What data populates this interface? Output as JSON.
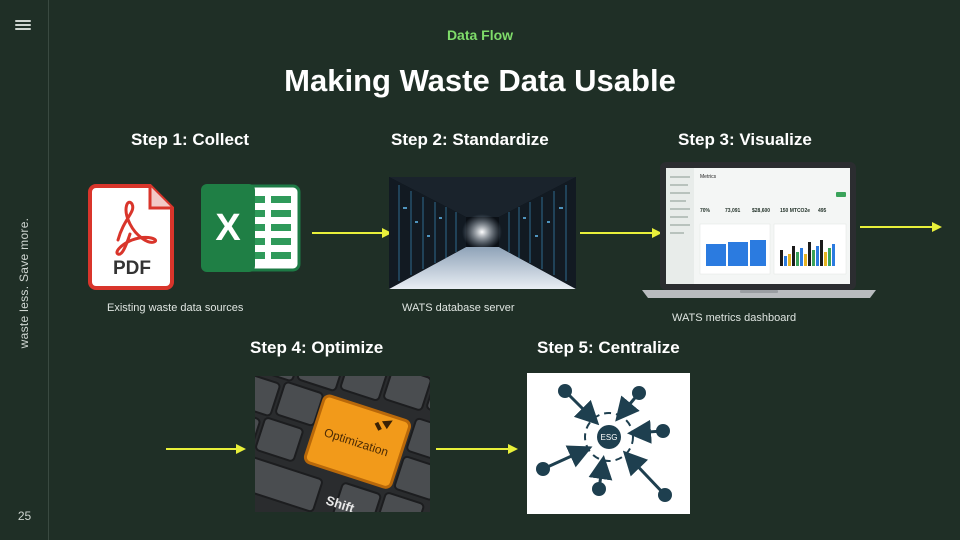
{
  "sidebar": {
    "menu_icon": "hamburger-menu-icon",
    "tagline": "waste less. Save more.",
    "page_number": "25"
  },
  "slide": {
    "kicker": "Data Flow",
    "title": "Making Waste Data Usable",
    "accent_color": "#7fdc6a",
    "arrow_color": "#e8f03a",
    "background_color": "#1f2f26"
  },
  "steps": [
    {
      "heading": "Step 1: Collect",
      "caption": "Existing waste data sources"
    },
    {
      "heading": "Step 2: Standardize",
      "caption": "WATS database server"
    },
    {
      "heading": "Step 3: Visualize",
      "caption": "WATS metrics dashboard"
    },
    {
      "heading": "Step 4: Optimize"
    },
    {
      "heading": "Step 5: Centralize"
    }
  ],
  "icons": {
    "pdf": {
      "label": "PDF"
    },
    "excel": {
      "label": "X"
    }
  },
  "dashboard": {
    "header": "Metrics",
    "kpis": [
      "70%",
      "73,091",
      "$28,600",
      "150 MTCO2e",
      "495"
    ]
  },
  "keyboard": {
    "key_label": "Optimization",
    "shift_label": "Shift"
  },
  "hub": {
    "label": "ESG"
  }
}
